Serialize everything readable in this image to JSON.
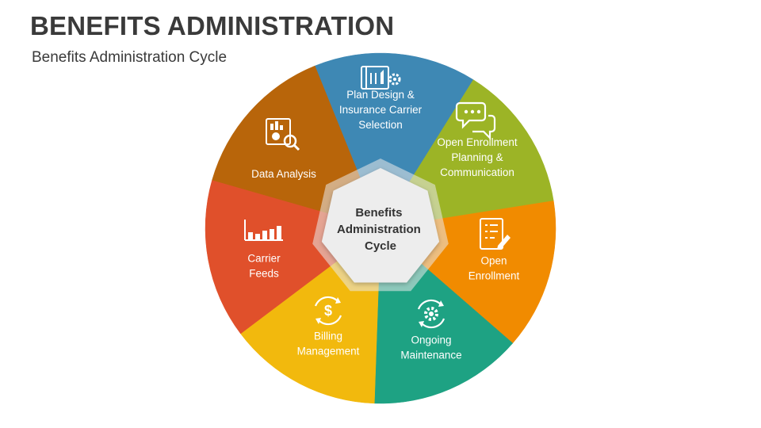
{
  "title": "BENEFITS ADMINISTRATION",
  "subtitle": "Benefits Administration Cycle",
  "center": {
    "lines": [
      "Benefits",
      "Administration",
      "Cycle"
    ]
  },
  "segments": [
    {
      "id": "plan-design",
      "lines": [
        "Plan Design &",
        "Insurance Carrier",
        "Selection"
      ],
      "color": "#3e88b4",
      "icon": "blueprint-settings-icon"
    },
    {
      "id": "open-enrollment-planning",
      "lines": [
        "Open Enrollment",
        "Planning &",
        "Communication"
      ],
      "color": "#9cb426",
      "icon": "chat-bubbles-icon"
    },
    {
      "id": "open-enrollment",
      "lines": [
        "Open",
        "Enrollment"
      ],
      "color": "#f18b00",
      "icon": "form-edit-icon"
    },
    {
      "id": "ongoing-maintenance",
      "lines": [
        "Ongoing",
        "Maintenance"
      ],
      "color": "#1ea283",
      "icon": "gear-cycle-icon"
    },
    {
      "id": "billing-management",
      "lines": [
        "Billing",
        "Management"
      ],
      "color": "#f2b90d",
      "icon": "dollar-cycle-icon"
    },
    {
      "id": "carrier-feeds",
      "lines": [
        "Carrier",
        "Feeds"
      ],
      "color": "#e0502b",
      "icon": "bar-chart-icon"
    },
    {
      "id": "data-analysis",
      "lines": [
        "Data Analysis"
      ],
      "color": "#b8650a",
      "icon": "report-magnifier-icon"
    }
  ]
}
